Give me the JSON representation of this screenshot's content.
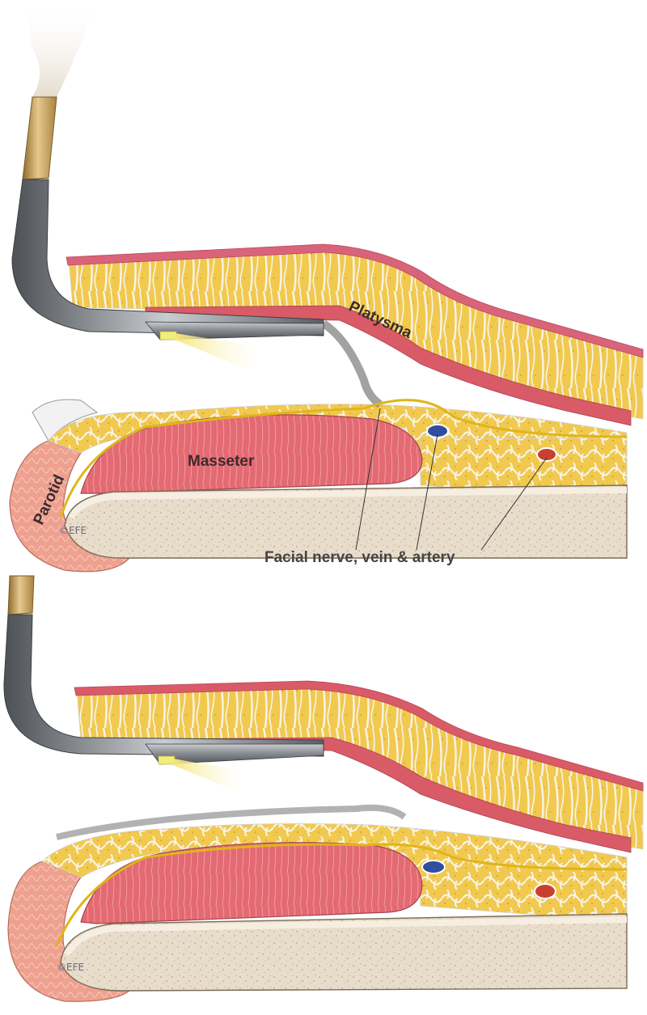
{
  "colors": {
    "skin": "#d9647a",
    "fat_yellow": "#f1c94f",
    "fat_septa": "#f7f3ea",
    "platysma": "#d95b67",
    "masseter": "#e36a72",
    "parotid": "#eea18f",
    "bone": "#efe3cf",
    "nerve": "#e0b51a",
    "vein": "#2f4f9e",
    "artery": "#c8412f",
    "instrument_steel": "#7f8388",
    "instrument_gold": "#c9a25e",
    "light_beam": "#fbf2a8"
  },
  "figure": {
    "panels": [
      {
        "id": "top",
        "labels": {
          "platysma": "Platysma",
          "masseter": "Masseter",
          "parotid": "Parotid",
          "callout": "Facial nerve, vein & artery",
          "copyright": "©EFE"
        }
      },
      {
        "id": "bottom",
        "labels": {
          "copyright": "©EFE"
        }
      }
    ]
  }
}
